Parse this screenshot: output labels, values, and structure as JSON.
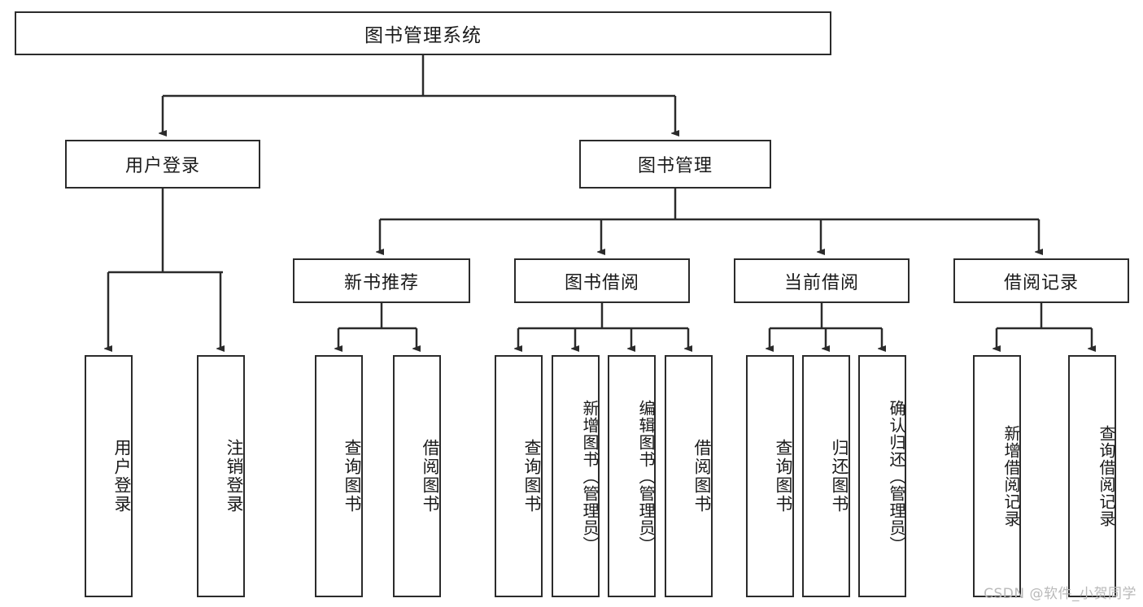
{
  "diagram": {
    "title_node": {
      "label": "图书管理系统"
    },
    "level2": [
      {
        "id": "user-login",
        "label": "用户登录"
      },
      {
        "id": "book-management",
        "label": "图书管理"
      }
    ],
    "level3": [
      {
        "id": "new-book-recommend",
        "label": "新书推荐"
      },
      {
        "id": "book-borrow",
        "label": "图书借阅"
      },
      {
        "id": "current-borrow",
        "label": "当前借阅"
      },
      {
        "id": "borrow-record",
        "label": "借阅记录"
      }
    ],
    "leaves": {
      "user_login": [
        {
          "id": "leaf-user-login",
          "label": "用户登录"
        },
        {
          "id": "leaf-logout",
          "label": "注销登录"
        }
      ],
      "new_book_recommend": [
        {
          "id": "leaf-query-book-1",
          "label": "查询图书"
        },
        {
          "id": "leaf-borrow-book-1",
          "label": "借阅图书"
        }
      ],
      "book_borrow": [
        {
          "id": "leaf-query-book-2",
          "label": "查询图书"
        },
        {
          "id": "leaf-add-book",
          "label": "新增图书（管理员）"
        },
        {
          "id": "leaf-edit-book",
          "label": "编辑图书（管理员）"
        },
        {
          "id": "leaf-borrow-book-2",
          "label": "借阅图书"
        }
      ],
      "current_borrow": [
        {
          "id": "leaf-query-book-3",
          "label": "查询图书"
        },
        {
          "id": "leaf-return-book",
          "label": "归还图书"
        },
        {
          "id": "leaf-confirm-return",
          "label": "确认归还（管理员）"
        }
      ],
      "borrow_record": [
        {
          "id": "leaf-add-record",
          "label": "新增借阅记录"
        },
        {
          "id": "leaf-query-record",
          "label": "查询借阅记录"
        }
      ]
    },
    "colors": {
      "stroke": "#2b2b2b",
      "box_fill": "#ffffff",
      "text": "#1a1a1a",
      "watermark": "#b9b9b9"
    }
  },
  "watermark": {
    "text": "CSDN @软件_小贺同学"
  }
}
